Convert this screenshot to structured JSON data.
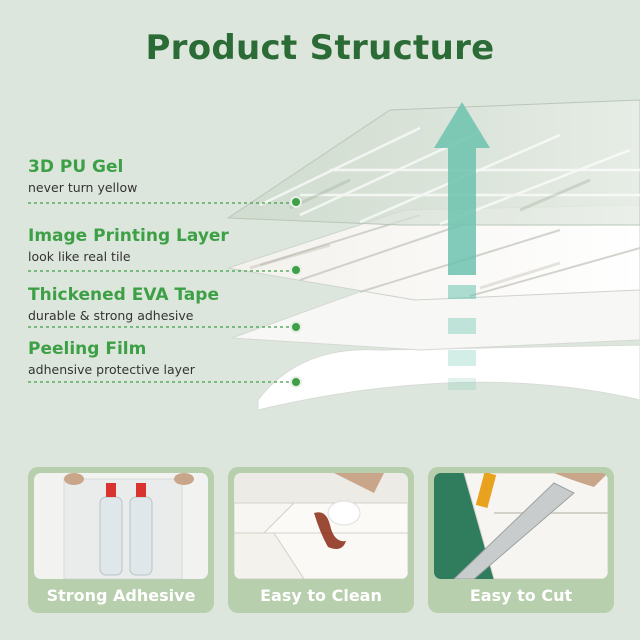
{
  "title": "Product Structure",
  "layers": [
    {
      "heading": "3D PU Gel",
      "sub": "never turn yellow"
    },
    {
      "heading": "Image Printing Layer",
      "sub": "look like real tile"
    },
    {
      "heading": "Thickened EVA Tape",
      "sub": "durable & strong adhesive"
    },
    {
      "heading": "Peeling Film",
      "sub": "adhensive protective layer"
    }
  ],
  "features": [
    {
      "caption": "Strong Adhesive"
    },
    {
      "caption": "Easy to Clean"
    },
    {
      "caption": "Easy to Cut"
    }
  ],
  "colors": {
    "background": "#dde6dc",
    "title": "#2b6b35",
    "heading": "#3ea046",
    "arrow": "#6cc2ae",
    "card": "#b7cfac"
  }
}
